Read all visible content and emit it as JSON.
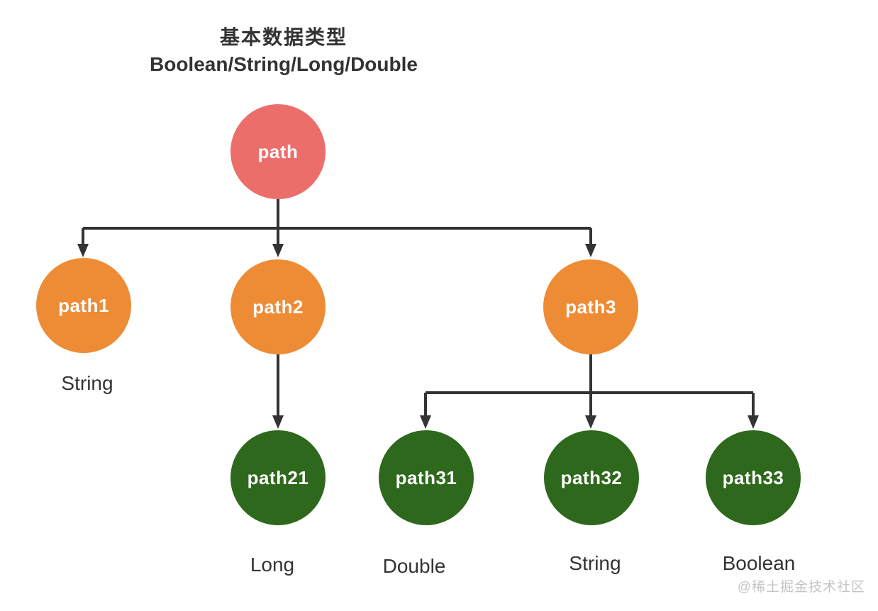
{
  "title": {
    "line1": "基本数据类型",
    "line2": "Boolean/String/Long/Double"
  },
  "nodes": {
    "path": {
      "label": "path"
    },
    "path1": {
      "label": "path1",
      "type": "String"
    },
    "path2": {
      "label": "path2"
    },
    "path3": {
      "label": "path3"
    },
    "path21": {
      "label": "path21",
      "type": "Long"
    },
    "path31": {
      "label": "path31",
      "type": "Double"
    },
    "path32": {
      "label": "path32",
      "type": "String"
    },
    "path33": {
      "label": "path33",
      "type": "Boolean"
    }
  },
  "edges": [
    {
      "from": "path",
      "to": "path1"
    },
    {
      "from": "path",
      "to": "path2"
    },
    {
      "from": "path",
      "to": "path3"
    },
    {
      "from": "path2",
      "to": "path21"
    },
    {
      "from": "path3",
      "to": "path31"
    },
    {
      "from": "path3",
      "to": "path32"
    },
    {
      "from": "path3",
      "to": "path33"
    }
  ],
  "colors": {
    "root_node": "#ec6e6b",
    "branch_node": "#ee8c35",
    "leaf_node": "#2e681c",
    "connector": "#333333",
    "node_text": "#ffffff",
    "label_text": "#333333",
    "watermark_text": "#c4c4c4",
    "background": "#ffffff"
  },
  "watermark": "@稀土掘金技术社区"
}
